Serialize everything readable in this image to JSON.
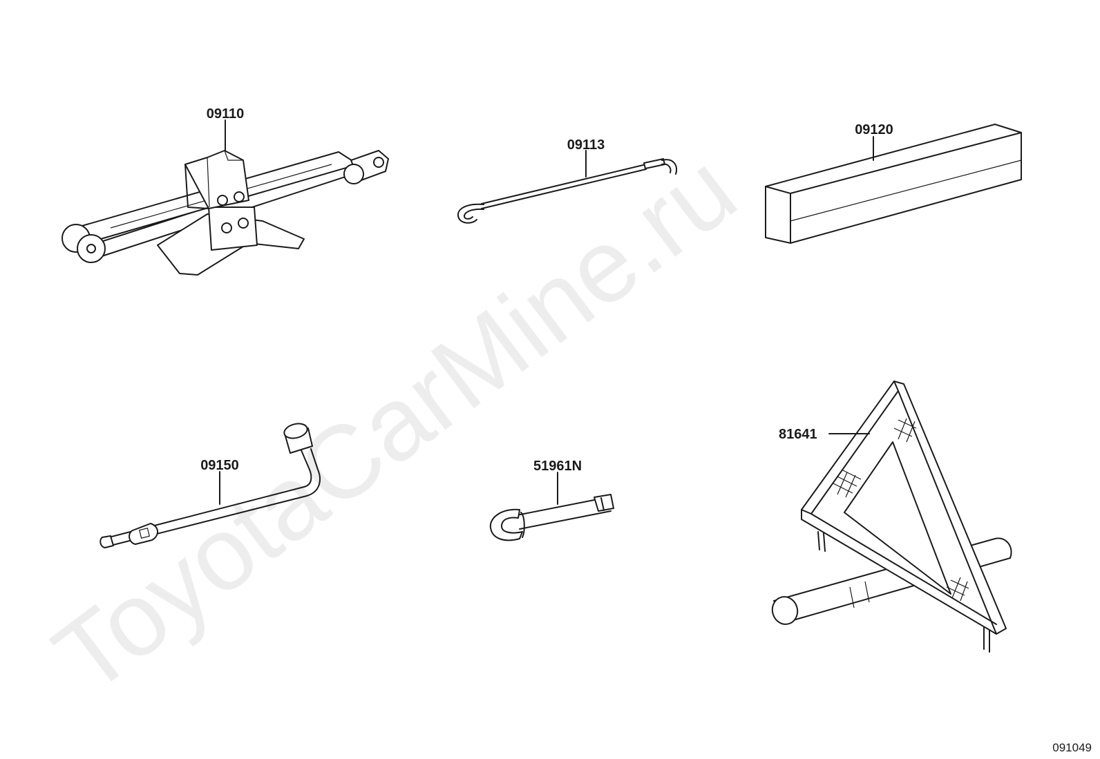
{
  "watermark": "ToyotaCarMine.ru",
  "figure_ref": "091049",
  "callouts": [
    {
      "id": "jack",
      "part": "09110"
    },
    {
      "id": "hook-rod",
      "part": "09113"
    },
    {
      "id": "wood-block",
      "part": "09120"
    },
    {
      "id": "lug-wrench",
      "part": "09150"
    },
    {
      "id": "towing-eye",
      "part": "51961N"
    },
    {
      "id": "warning-triangle",
      "part": "81641"
    }
  ],
  "colors": {
    "ink": "#1a1a1a",
    "background": "#ffffff",
    "watermark": "#000000"
  }
}
